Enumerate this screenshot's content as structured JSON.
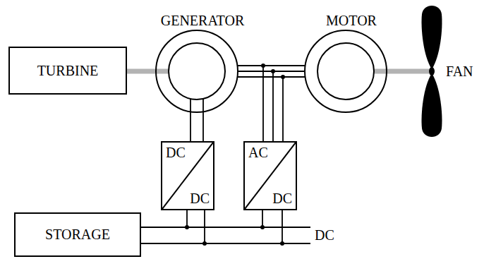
{
  "diagram": {
    "nodes": [
      {
        "text": [
          "TURBINE"
        ]
      },
      {
        "text": [
          "GENERATOR"
        ]
      },
      {
        "text": [
          "MOTOR"
        ]
      },
      {
        "text": [
          "DC",
          "DC"
        ]
      },
      {
        "text": [
          "AC",
          "DC"
        ]
      },
      {
        "text": [
          "STORAGE"
        ]
      }
    ],
    "edges": [
      {
        "from": 0,
        "to": 1,
        "arrow": "none"
      },
      {
        "from": 1,
        "to": 2,
        "arrow": "none"
      },
      {
        "from": 1,
        "to": 3,
        "arrow": "none"
      },
      {
        "from": 1,
        "to": 4,
        "arrow": "none"
      },
      {
        "from": 3,
        "to": 5,
        "arrow": "none"
      },
      {
        "from": 4,
        "to": 5,
        "arrow": "none"
      }
    ],
    "labels": [
      "FAN",
      "DC"
    ]
  }
}
